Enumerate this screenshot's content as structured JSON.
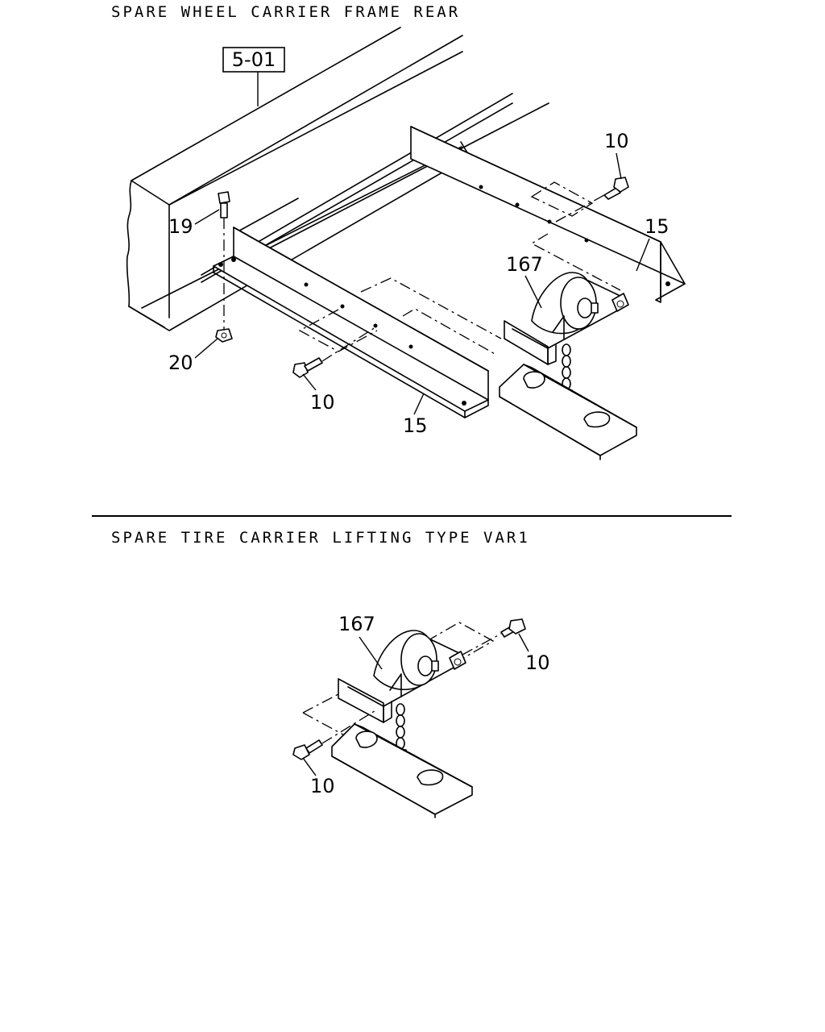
{
  "sections": [
    {
      "title": "SPARE WHEEL CARRIER FRAME REAR"
    },
    {
      "title": "SPARE TIRE CARRIER LIFTING TYPE VAR1"
    }
  ],
  "reference_box": "5-01",
  "callouts_top": {
    "c10_upper": "10",
    "c15_right": "15",
    "c19": "19",
    "c167": "167",
    "c20": "20",
    "c10_lower": "10",
    "c15_lower": "15"
  },
  "callouts_bottom": {
    "c167": "167",
    "c10_right": "10",
    "c10_left": "10"
  }
}
